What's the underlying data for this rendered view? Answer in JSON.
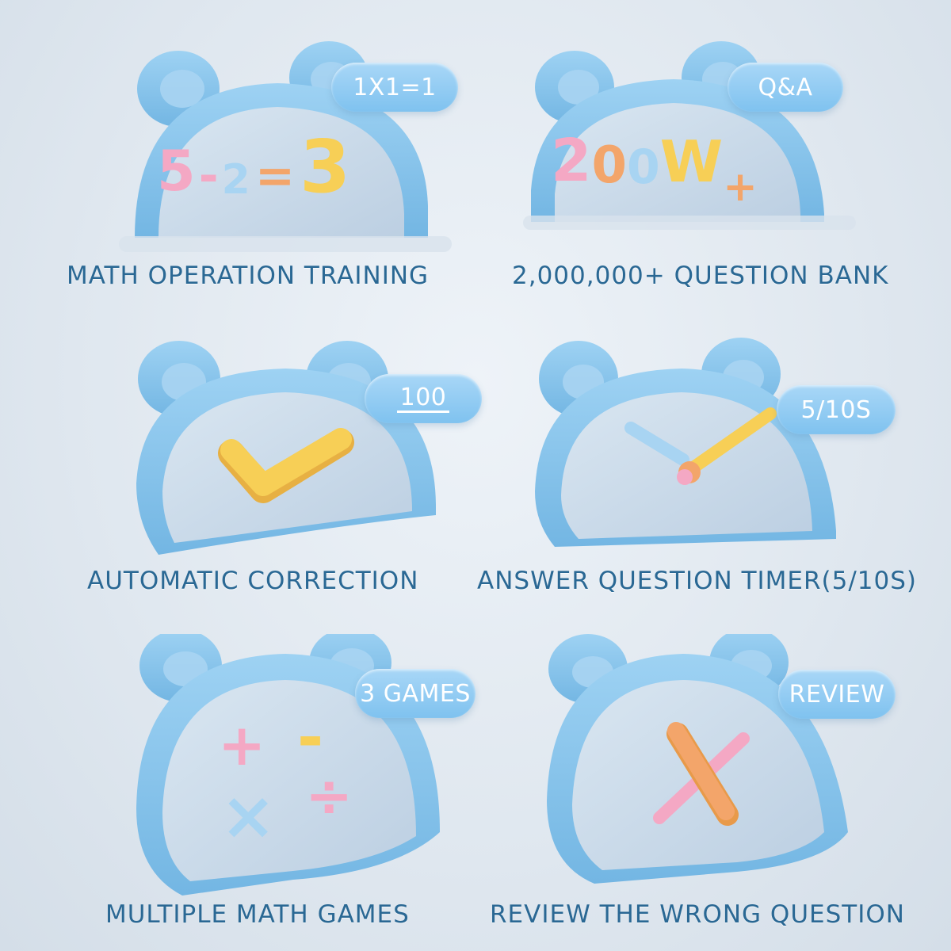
{
  "features": [
    {
      "badge": "1X1=1",
      "caption": "MATH OPERATION TRAINING",
      "equation": [
        "5",
        "-",
        "2",
        "=",
        "3"
      ]
    },
    {
      "badge": "Q&A",
      "caption": "2,000,000+ QUESTION BANK",
      "big_text": [
        "2",
        "0",
        "0",
        "W",
        "+"
      ]
    },
    {
      "badge": "100",
      "caption": "AUTOMATIC CORRECTION",
      "symbol": "checkmark"
    },
    {
      "badge": "5/10S",
      "caption": "ANSWER QUESTION TIMER(5/10S)",
      "symbol": "clock-hands"
    },
    {
      "badge": "3 GAMES",
      "caption": "MULTIPLE MATH GAMES",
      "symbols": [
        "+",
        "-",
        "×",
        "÷"
      ]
    },
    {
      "badge": "REVIEW",
      "caption": "REVIEW THE WRONG QUESTION",
      "symbol": "cross"
    }
  ],
  "colors": {
    "frame_blue": "#86c3ea",
    "face_gray": "#c9d9e8",
    "pink": "#f4a8c4",
    "orange": "#f3a56a",
    "yellow": "#f7cf56",
    "light_blue": "#a8d4f2",
    "caption_blue": "#2a6894"
  }
}
